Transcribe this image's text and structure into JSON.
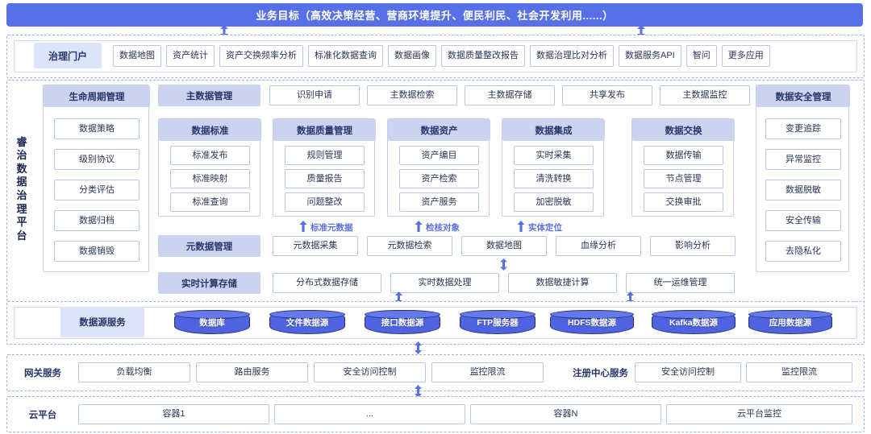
{
  "banner": {
    "text": "业务目标（高效决策经营、营商环境提升、便民利民、社会开发利用......）"
  },
  "platform": {
    "vertical_title": "睿治数据治理平台"
  },
  "portal": {
    "label": "治理门户",
    "apps": [
      "数据地图",
      "资产统计",
      "资产交换频率分析",
      "标准化数据查询",
      "数据画像",
      "数据质量整改报告",
      "数据治理比对分析",
      "数据服务API",
      "智问",
      "更多应用"
    ]
  },
  "lifecycle": {
    "title": "生命周期管理",
    "items": [
      "数据策略",
      "级别协议",
      "分类评估",
      "数据归档",
      "数据销毁"
    ]
  },
  "master_data": {
    "title": "主数据管理",
    "items": [
      "识别申请",
      "主数据检索",
      "主数据存储",
      "共享发布",
      "主数据监控"
    ]
  },
  "columns": [
    {
      "title": "数据标准",
      "items": [
        "标准发布",
        "标准映射",
        "标准查询"
      ]
    },
    {
      "title": "数据质量管理",
      "items": [
        "规则管理",
        "质量报告",
        "问题整改"
      ]
    },
    {
      "title": "数据资产",
      "items": [
        "资产编目",
        "资产检索",
        "资产服务"
      ]
    },
    {
      "title": "数据集成",
      "items": [
        "实时采集",
        "清洗转换",
        "加密脱敏"
      ]
    },
    {
      "title": "数据交换",
      "items": [
        "数据传输",
        "节点管理",
        "交换审批"
      ]
    }
  ],
  "annotations": [
    "标准元数据",
    "检核对象",
    "实体定位"
  ],
  "metadata": {
    "title": "元数据管理",
    "items": [
      "元数据采集",
      "元数据检索",
      "数据地图",
      "血缘分析",
      "影响分析"
    ]
  },
  "realtime": {
    "title": "实时计算存储",
    "items": [
      "分布式数据存储",
      "实时数据处理",
      "数据敏捷计算",
      "统一运维管理"
    ]
  },
  "security": {
    "title": "数据安全管理",
    "items": [
      "变更追踪",
      "异常监控",
      "数据脱敏",
      "安全传输",
      "去隐私化"
    ]
  },
  "datasource": {
    "label": "数据源服务",
    "items": [
      "数据库",
      "文件数据源",
      "接口数据源",
      "FTP服务器",
      "HDFS数据源",
      "Kafka数据源",
      "应用数据源"
    ]
  },
  "gateway": {
    "label": "网关服务",
    "items": [
      "负载均衡",
      "路由服务",
      "安全访问控制",
      "监控限流"
    ],
    "registry_label": "注册中心服务",
    "registry_items": [
      "安全访问控制",
      "监控限流"
    ]
  },
  "cloud": {
    "label": "云平台",
    "items": [
      "容器1",
      "...",
      "容器N",
      "云平台监控"
    ]
  },
  "colors": {
    "banner": "#5770e8",
    "header_fill": "#ccd3f0",
    "label_fill": "#dde4f9",
    "box_border": "#b9c4ea",
    "arrow": "#5770e8",
    "cylinder": "#4f63e0"
  }
}
